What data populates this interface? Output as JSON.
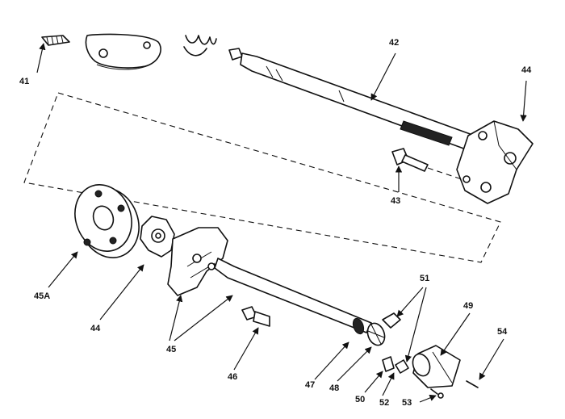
{
  "diagram": {
    "callouts": [
      {
        "id": "41",
        "text": "41"
      },
      {
        "id": "42",
        "text": "42"
      },
      {
        "id": "43",
        "text": "43"
      },
      {
        "id": "44a",
        "text": "44"
      },
      {
        "id": "44b",
        "text": "44"
      },
      {
        "id": "45",
        "text": "45"
      },
      {
        "id": "45A",
        "text": "45A"
      },
      {
        "id": "46",
        "text": "46"
      },
      {
        "id": "47",
        "text": "47"
      },
      {
        "id": "48",
        "text": "48"
      },
      {
        "id": "49",
        "text": "49"
      },
      {
        "id": "50",
        "text": "50"
      },
      {
        "id": "51",
        "text": "51"
      },
      {
        "id": "52",
        "text": "52"
      },
      {
        "id": "53",
        "text": "53"
      },
      {
        "id": "54",
        "text": "54"
      }
    ]
  }
}
